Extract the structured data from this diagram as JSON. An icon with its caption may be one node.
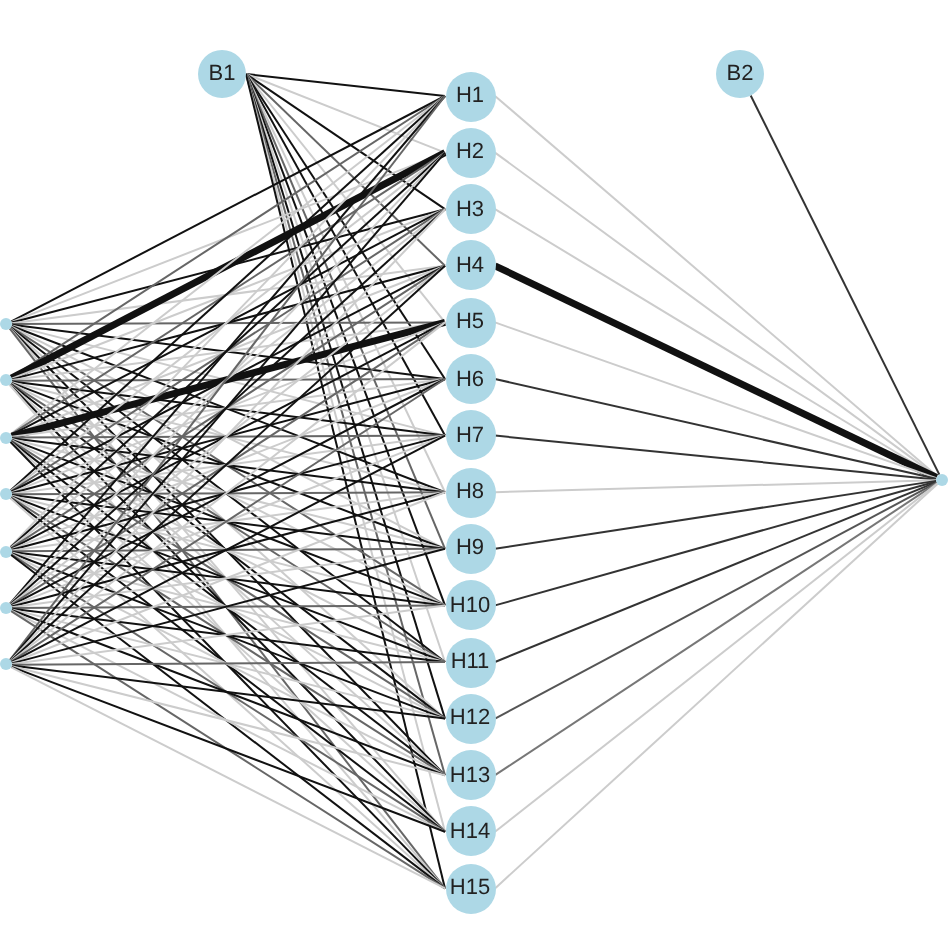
{
  "diagram": {
    "nodes": [
      {
        "text": [
          "B1"
        ]
      },
      {
        "text": [
          "H1"
        ]
      },
      {
        "text": [
          "H2"
        ]
      },
      {
        "text": [
          "H3"
        ]
      },
      {
        "text": [
          "H4"
        ]
      },
      {
        "text": [
          "H5"
        ]
      },
      {
        "text": [
          "H6"
        ]
      },
      {
        "text": [
          "H7"
        ]
      },
      {
        "text": [
          "H8"
        ]
      },
      {
        "text": [
          "H9"
        ]
      },
      {
        "text": [
          "H10"
        ]
      },
      {
        "text": [
          "H11"
        ]
      },
      {
        "text": [
          "H12"
        ]
      },
      {
        "text": [
          "H13"
        ]
      },
      {
        "text": [
          "H14"
        ]
      },
      {
        "text": [
          "H15"
        ]
      },
      {
        "text": [
          "B2"
        ]
      },
      {
        "text": [],
        "shape": "circle"
      },
      {
        "text": [],
        "shape": "circle"
      },
      {
        "text": [],
        "shape": "circle"
      },
      {
        "text": [],
        "shape": "circle"
      },
      {
        "text": [],
        "shape": "circle"
      },
      {
        "text": [],
        "shape": "circle"
      },
      {
        "text": [],
        "shape": "circle"
      },
      {
        "text": [],
        "shape": "circle"
      }
    ],
    "edges": [
      {
        "from": 0,
        "to": 1,
        "arrow": "none",
        "color": "#111111"
      },
      {
        "from": 0,
        "to": 2,
        "arrow": "none",
        "color": "#cccccc"
      },
      {
        "from": 0,
        "to": 3,
        "arrow": "none",
        "color": "#111111"
      },
      {
        "from": 0,
        "to": 4,
        "arrow": "none",
        "color": "#666666"
      },
      {
        "from": 0,
        "to": 5,
        "arrow": "none",
        "color": "#cccccc"
      },
      {
        "from": 0,
        "to": 6,
        "arrow": "none",
        "color": "#111111"
      },
      {
        "from": 0,
        "to": 7,
        "arrow": "none",
        "color": "#111111"
      },
      {
        "from": 0,
        "to": 8,
        "arrow": "none",
        "color": "#cccccc"
      },
      {
        "from": 0,
        "to": 9,
        "arrow": "none",
        "color": "#666666"
      },
      {
        "from": 0,
        "to": 10,
        "arrow": "none",
        "color": "#111111"
      },
      {
        "from": 0,
        "to": 11,
        "arrow": "none",
        "color": "#cccccc"
      },
      {
        "from": 0,
        "to": 12,
        "arrow": "none",
        "color": "#111111"
      },
      {
        "from": 0,
        "to": 13,
        "arrow": "none",
        "color": "#666666"
      },
      {
        "from": 0,
        "to": 14,
        "arrow": "none",
        "color": "#cccccc"
      },
      {
        "from": 0,
        "to": 15,
        "arrow": "none",
        "color": "#111111"
      },
      {
        "from": 17,
        "to": 1,
        "arrow": "none",
        "color": "#111111"
      },
      {
        "from": 17,
        "to": 2,
        "arrow": "none",
        "color": "#cccccc"
      },
      {
        "from": 17,
        "to": 3,
        "arrow": "none",
        "color": "#111111"
      },
      {
        "from": 17,
        "to": 4,
        "arrow": "none",
        "color": "#cccccc"
      },
      {
        "from": 17,
        "to": 5,
        "arrow": "none",
        "color": "#666666"
      },
      {
        "from": 17,
        "to": 6,
        "arrow": "none",
        "color": "#111111"
      },
      {
        "from": 17,
        "to": 7,
        "arrow": "none",
        "color": "#cccccc"
      },
      {
        "from": 17,
        "to": 8,
        "arrow": "none",
        "color": "#111111"
      },
      {
        "from": 17,
        "to": 9,
        "arrow": "none",
        "color": "#cccccc"
      },
      {
        "from": 17,
        "to": 10,
        "arrow": "none",
        "color": "#666666"
      },
      {
        "from": 17,
        "to": 11,
        "arrow": "none",
        "color": "#111111"
      },
      {
        "from": 17,
        "to": 12,
        "arrow": "none",
        "color": "#cccccc"
      },
      {
        "from": 17,
        "to": 13,
        "arrow": "none",
        "color": "#111111"
      },
      {
        "from": 17,
        "to": 14,
        "arrow": "none",
        "color": "#cccccc"
      },
      {
        "from": 17,
        "to": 15,
        "arrow": "none",
        "color": "#666666"
      },
      {
        "from": 18,
        "to": 1,
        "arrow": "none",
        "color": "#666666"
      },
      {
        "from": 18,
        "to": 2,
        "arrow": "none",
        "color": "#111111",
        "style": "thick"
      },
      {
        "from": 18,
        "to": 3,
        "arrow": "none",
        "color": "#cccccc"
      },
      {
        "from": 18,
        "to": 4,
        "arrow": "none",
        "color": "#111111"
      },
      {
        "from": 18,
        "to": 5,
        "arrow": "none",
        "color": "#cccccc"
      },
      {
        "from": 18,
        "to": 6,
        "arrow": "none",
        "color": "#666666"
      },
      {
        "from": 18,
        "to": 7,
        "arrow": "none",
        "color": "#111111"
      },
      {
        "from": 18,
        "to": 8,
        "arrow": "none",
        "color": "#cccccc"
      },
      {
        "from": 18,
        "to": 9,
        "arrow": "none",
        "color": "#111111"
      },
      {
        "from": 18,
        "to": 10,
        "arrow": "none",
        "color": "#cccccc"
      },
      {
        "from": 18,
        "to": 11,
        "arrow": "none",
        "color": "#666666"
      },
      {
        "from": 18,
        "to": 12,
        "arrow": "none",
        "color": "#111111"
      },
      {
        "from": 18,
        "to": 13,
        "arrow": "none",
        "color": "#cccccc"
      },
      {
        "from": 18,
        "to": 14,
        "arrow": "none",
        "color": "#111111"
      },
      {
        "from": 18,
        "to": 15,
        "arrow": "none",
        "color": "#cccccc"
      },
      {
        "from": 19,
        "to": 1,
        "arrow": "none",
        "color": "#cccccc"
      },
      {
        "from": 19,
        "to": 2,
        "arrow": "none",
        "color": "#666666"
      },
      {
        "from": 19,
        "to": 3,
        "arrow": "none",
        "color": "#111111"
      },
      {
        "from": 19,
        "to": 4,
        "arrow": "none",
        "color": "#cccccc"
      },
      {
        "from": 19,
        "to": 5,
        "arrow": "none",
        "color": "#111111",
        "style": "thick"
      },
      {
        "from": 19,
        "to": 6,
        "arrow": "none",
        "color": "#cccccc"
      },
      {
        "from": 19,
        "to": 7,
        "arrow": "none",
        "color": "#666666"
      },
      {
        "from": 19,
        "to": 8,
        "arrow": "none",
        "color": "#111111"
      },
      {
        "from": 19,
        "to": 9,
        "arrow": "none",
        "color": "#cccccc"
      },
      {
        "from": 19,
        "to": 10,
        "arrow": "none",
        "color": "#111111"
      },
      {
        "from": 19,
        "to": 11,
        "arrow": "none",
        "color": "#cccccc"
      },
      {
        "from": 19,
        "to": 12,
        "arrow": "none",
        "color": "#666666"
      },
      {
        "from": 19,
        "to": 13,
        "arrow": "none",
        "color": "#111111"
      },
      {
        "from": 19,
        "to": 14,
        "arrow": "none",
        "color": "#cccccc"
      },
      {
        "from": 19,
        "to": 15,
        "arrow": "none",
        "color": "#111111"
      },
      {
        "from": 20,
        "to": 1,
        "arrow": "none",
        "color": "#111111"
      },
      {
        "from": 20,
        "to": 2,
        "arrow": "none",
        "color": "#cccccc"
      },
      {
        "from": 20,
        "to": 3,
        "arrow": "none",
        "color": "#666666"
      },
      {
        "from": 20,
        "to": 4,
        "arrow": "none",
        "color": "#111111"
      },
      {
        "from": 20,
        "to": 5,
        "arrow": "none",
        "color": "#cccccc"
      },
      {
        "from": 20,
        "to": 6,
        "arrow": "none",
        "color": "#111111"
      },
      {
        "from": 20,
        "to": 7,
        "arrow": "none",
        "color": "#cccccc"
      },
      {
        "from": 20,
        "to": 8,
        "arrow": "none",
        "color": "#666666"
      },
      {
        "from": 20,
        "to": 9,
        "arrow": "none",
        "color": "#111111"
      },
      {
        "from": 20,
        "to": 10,
        "arrow": "none",
        "color": "#cccccc"
      },
      {
        "from": 20,
        "to": 11,
        "arrow": "none",
        "color": "#111111"
      },
      {
        "from": 20,
        "to": 12,
        "arrow": "none",
        "color": "#cccccc"
      },
      {
        "from": 20,
        "to": 13,
        "arrow": "none",
        "color": "#666666"
      },
      {
        "from": 20,
        "to": 14,
        "arrow": "none",
        "color": "#111111"
      },
      {
        "from": 20,
        "to": 15,
        "arrow": "none",
        "color": "#cccccc"
      },
      {
        "from": 21,
        "to": 1,
        "arrow": "none",
        "color": "#cccccc"
      },
      {
        "from": 21,
        "to": 2,
        "arrow": "none",
        "color": "#111111"
      },
      {
        "from": 21,
        "to": 3,
        "arrow": "none",
        "color": "#cccccc"
      },
      {
        "from": 21,
        "to": 4,
        "arrow": "none",
        "color": "#666666"
      },
      {
        "from": 21,
        "to": 5,
        "arrow": "none",
        "color": "#111111"
      },
      {
        "from": 21,
        "to": 6,
        "arrow": "none",
        "color": "#cccccc"
      },
      {
        "from": 21,
        "to": 7,
        "arrow": "none",
        "color": "#111111"
      },
      {
        "from": 21,
        "to": 8,
        "arrow": "none",
        "color": "#cccccc"
      },
      {
        "from": 21,
        "to": 9,
        "arrow": "none",
        "color": "#666666"
      },
      {
        "from": 21,
        "to": 10,
        "arrow": "none",
        "color": "#111111"
      },
      {
        "from": 21,
        "to": 11,
        "arrow": "none",
        "color": "#cccccc"
      },
      {
        "from": 21,
        "to": 12,
        "arrow": "none",
        "color": "#111111"
      },
      {
        "from": 21,
        "to": 13,
        "arrow": "none",
        "color": "#cccccc"
      },
      {
        "from": 21,
        "to": 14,
        "arrow": "none",
        "color": "#666666"
      },
      {
        "from": 21,
        "to": 15,
        "arrow": "none",
        "color": "#111111"
      },
      {
        "from": 22,
        "to": 1,
        "arrow": "none",
        "color": "#111111"
      },
      {
        "from": 22,
        "to": 2,
        "arrow": "none",
        "color": "#cccccc"
      },
      {
        "from": 22,
        "to": 3,
        "arrow": "none",
        "color": "#111111"
      },
      {
        "from": 22,
        "to": 4,
        "arrow": "none",
        "color": "#cccccc"
      },
      {
        "from": 22,
        "to": 5,
        "arrow": "none",
        "color": "#666666"
      },
      {
        "from": 22,
        "to": 6,
        "arrow": "none",
        "color": "#111111"
      },
      {
        "from": 22,
        "to": 7,
        "arrow": "none",
        "color": "#cccccc"
      },
      {
        "from": 22,
        "to": 8,
        "arrow": "none",
        "color": "#111111"
      },
      {
        "from": 22,
        "to": 9,
        "arrow": "none",
        "color": "#cccccc"
      },
      {
        "from": 22,
        "to": 10,
        "arrow": "none",
        "color": "#666666"
      },
      {
        "from": 22,
        "to": 11,
        "arrow": "none",
        "color": "#111111"
      },
      {
        "from": 22,
        "to": 12,
        "arrow": "none",
        "color": "#cccccc"
      },
      {
        "from": 22,
        "to": 13,
        "arrow": "none",
        "color": "#111111"
      },
      {
        "from": 22,
        "to": 14,
        "arrow": "none",
        "color": "#cccccc"
      },
      {
        "from": 22,
        "to": 15,
        "arrow": "none",
        "color": "#666666"
      },
      {
        "from": 23,
        "to": 1,
        "arrow": "none",
        "color": "#666666"
      },
      {
        "from": 23,
        "to": 2,
        "arrow": "none",
        "color": "#111111"
      },
      {
        "from": 23,
        "to": 3,
        "arrow": "none",
        "color": "#cccccc"
      },
      {
        "from": 23,
        "to": 4,
        "arrow": "none",
        "color": "#111111"
      },
      {
        "from": 23,
        "to": 5,
        "arrow": "none",
        "color": "#cccccc"
      },
      {
        "from": 23,
        "to": 6,
        "arrow": "none",
        "color": "#666666"
      },
      {
        "from": 23,
        "to": 7,
        "arrow": "none",
        "color": "#111111"
      },
      {
        "from": 23,
        "to": 8,
        "arrow": "none",
        "color": "#cccccc"
      },
      {
        "from": 23,
        "to": 9,
        "arrow": "none",
        "color": "#111111"
      },
      {
        "from": 23,
        "to": 10,
        "arrow": "none",
        "color": "#cccccc"
      },
      {
        "from": 23,
        "to": 11,
        "arrow": "none",
        "color": "#666666"
      },
      {
        "from": 23,
        "to": 12,
        "arrow": "none",
        "color": "#111111"
      },
      {
        "from": 23,
        "to": 13,
        "arrow": "none",
        "color": "#cccccc"
      },
      {
        "from": 23,
        "to": 14,
        "arrow": "none",
        "color": "#111111"
      },
      {
        "from": 23,
        "to": 15,
        "arrow": "none",
        "color": "#cccccc"
      },
      {
        "from": 1,
        "to": 24,
        "arrow": "none",
        "color": "#cccccc"
      },
      {
        "from": 2,
        "to": 24,
        "arrow": "none",
        "color": "#cccccc"
      },
      {
        "from": 3,
        "to": 24,
        "arrow": "none",
        "color": "#cccccc"
      },
      {
        "from": 4,
        "to": 24,
        "arrow": "none",
        "color": "#111111",
        "style": "thick"
      },
      {
        "from": 5,
        "to": 24,
        "arrow": "none",
        "color": "#cccccc"
      },
      {
        "from": 6,
        "to": 24,
        "arrow": "none",
        "color": "#333333"
      },
      {
        "from": 7,
        "to": 24,
        "arrow": "none",
        "color": "#333333"
      },
      {
        "from": 8,
        "to": 24,
        "arrow": "none",
        "color": "#cccccc"
      },
      {
        "from": 9,
        "to": 24,
        "arrow": "none",
        "color": "#333333"
      },
      {
        "from": 10,
        "to": 24,
        "arrow": "none",
        "color": "#333333"
      },
      {
        "from": 11,
        "to": 24,
        "arrow": "none",
        "color": "#333333"
      },
      {
        "from": 12,
        "to": 24,
        "arrow": "none",
        "color": "#555555"
      },
      {
        "from": 13,
        "to": 24,
        "arrow": "none",
        "color": "#777777"
      },
      {
        "from": 14,
        "to": 24,
        "arrow": "none",
        "color": "#cccccc"
      },
      {
        "from": 15,
        "to": 24,
        "arrow": "none",
        "color": "#cccccc"
      },
      {
        "from": 16,
        "to": 24,
        "arrow": "none",
        "color": "#333333"
      }
    ]
  }
}
